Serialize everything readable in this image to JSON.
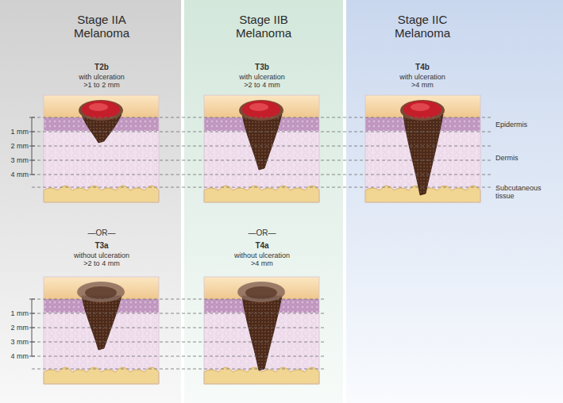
{
  "diagram": {
    "nodes": [
      {
        "text": [
          "Stage IIA Melanoma"
        ]
      },
      {
        "text": [
          "Stage IIB Melanoma"
        ]
      },
      {
        "text": [
          "Stage IIC Melanoma"
        ]
      }
    ],
    "labels": [
      "T2b",
      "with ulceration >1 to 2 mm",
      "T3b",
      "with ulceration >2 to 4 mm",
      "T4b",
      "with ulceration >4 mm",
      "1 mm",
      "2 mm",
      "3 mm",
      "4 mm",
      "Epidermis",
      "Dermis",
      "Subcutaneous tissue",
      "—OR—",
      "—OR—",
      "T3a",
      "without ulceration >2 to 4 mm",
      "T4a",
      "without ulceration >4 mm",
      "1 mm",
      "2 mm",
      "3 mm",
      "4 mm"
    ]
  }
}
